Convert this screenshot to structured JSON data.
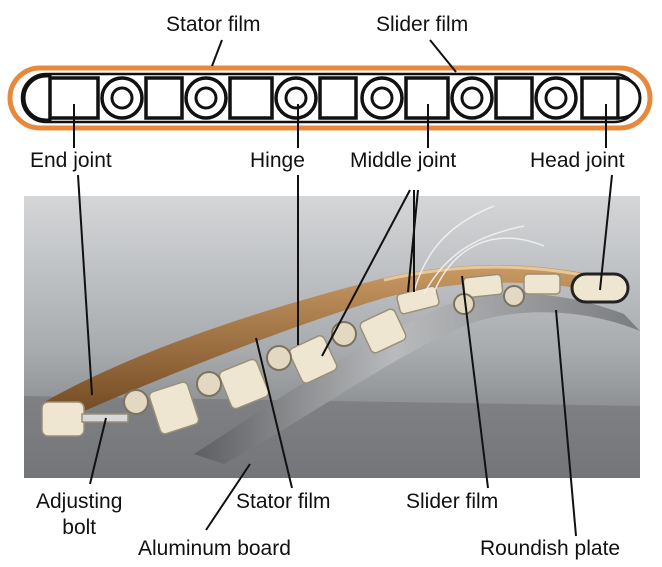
{
  "labels": {
    "stator_film_top": "Stator film",
    "slider_film_top": "Slider film",
    "end_joint": "End joint",
    "hinge": "Hinge",
    "middle_joint": "Middle joint",
    "head_joint": "Head joint",
    "adjusting_bolt": "Adjusting\nbolt",
    "stator_film_bottom": "Stator film",
    "slider_film_bottom": "Slider film",
    "aluminum_board": "Aluminum board",
    "roundish_plate": "Roundish plate"
  },
  "colors": {
    "stator_outline": "#e8883a",
    "photo_background": "#b9bcbf",
    "film_brown": "#8a5a2c",
    "joint_cream": "#efe6d2",
    "aluminum": "#8e9093"
  }
}
